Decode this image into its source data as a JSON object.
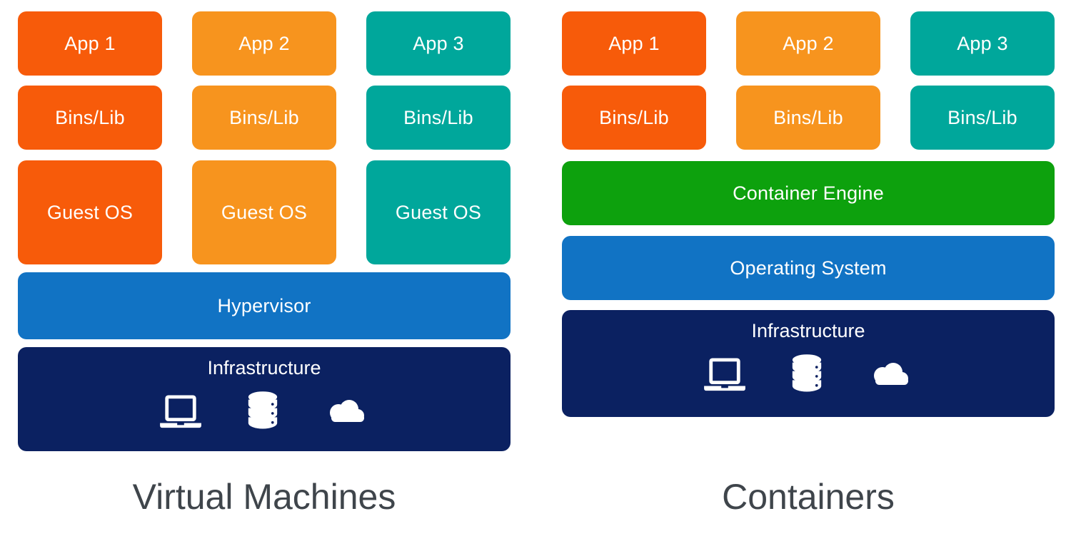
{
  "colors": {
    "app1": "#F75B0A",
    "app2": "#F7941E",
    "app3": "#00A79B",
    "blue": "#1173C4",
    "navy": "#0B2161",
    "green": "#0DA10D",
    "caption_text": "#3F454B",
    "box_text": "#FFFFFF"
  },
  "vm": {
    "title": "Virtual Machines",
    "columns": [
      {
        "app": "App 1",
        "bins": "Bins/Lib",
        "guest_os": "Guest OS"
      },
      {
        "app": "App 2",
        "bins": "Bins/Lib",
        "guest_os": "Guest OS"
      },
      {
        "app": "App 3",
        "bins": "Bins/Lib",
        "guest_os": "Guest OS"
      }
    ],
    "hypervisor": "Hypervisor",
    "infrastructure": "Infrastructure"
  },
  "containers": {
    "title": "Containers",
    "columns": [
      {
        "app": "App 1",
        "bins": "Bins/Lib"
      },
      {
        "app": "App 2",
        "bins": "Bins/Lib"
      },
      {
        "app": "App 3",
        "bins": "Bins/Lib"
      }
    ],
    "container_engine": "Container Engine",
    "operating_system": "Operating System",
    "infrastructure": "Infrastructure"
  },
  "icons": {
    "laptop": "laptop-icon",
    "database": "database-icon",
    "cloud": "cloud-icon"
  }
}
